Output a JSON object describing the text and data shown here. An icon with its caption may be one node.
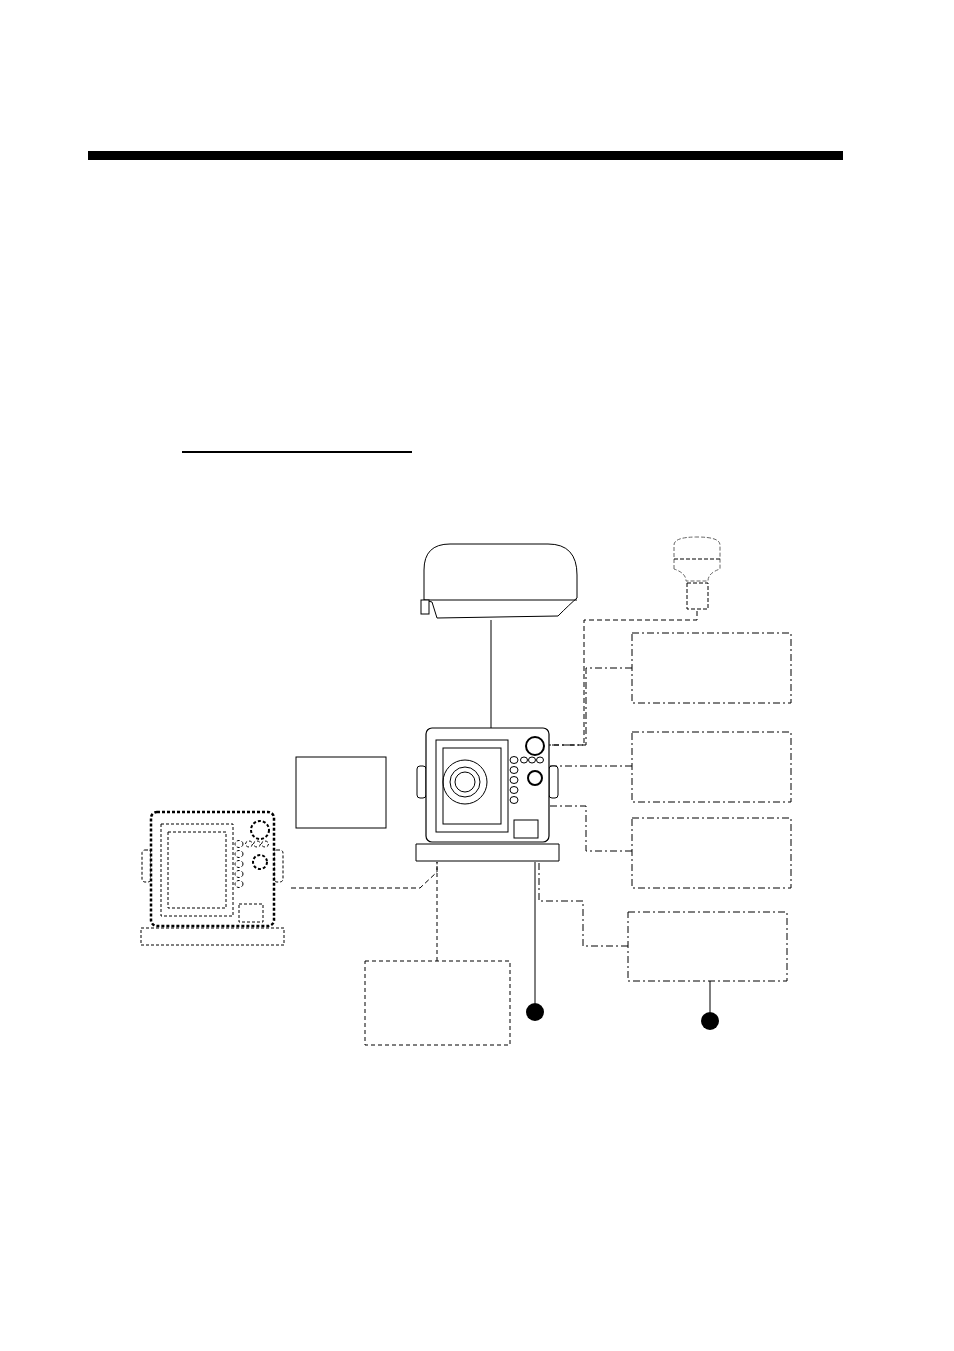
{
  "diagram": {
    "nodes": [
      {
        "text": [],
        "shape": "picture"
      },
      {
        "text": [],
        "shape": "picture"
      },
      {
        "text": [],
        "shape": "picture"
      },
      {
        "text": [],
        "shape": "box"
      },
      {
        "text": [],
        "shape": "picture"
      },
      {
        "text": [],
        "shape": "box"
      },
      {
        "text": [],
        "shape": "box"
      },
      {
        "text": [],
        "shape": "box"
      },
      {
        "text": [],
        "shape": "box"
      },
      {
        "text": [],
        "shape": "box"
      },
      {
        "text": [],
        "shape": "circle"
      },
      {
        "text": [],
        "shape": "circle"
      }
    ],
    "edges": [
      {
        "from": 0,
        "to": 2,
        "arrow": "none"
      },
      {
        "from": 1,
        "to": 2,
        "arrow": "none",
        "style": "dashed"
      },
      {
        "from": 6,
        "to": 2,
        "arrow": "none",
        "style": "dashed"
      },
      {
        "from": 7,
        "to": 2,
        "arrow": "none",
        "style": "dashed"
      },
      {
        "from": 8,
        "to": 2,
        "arrow": "none",
        "style": "dashed"
      },
      {
        "from": 9,
        "to": 2,
        "arrow": "none",
        "style": "dashed"
      },
      {
        "from": 2,
        "to": 10,
        "arrow": "none"
      },
      {
        "from": 9,
        "to": 11,
        "arrow": "none"
      },
      {
        "from": 4,
        "to": 2,
        "arrow": "none",
        "style": "dashed"
      },
      {
        "from": 5,
        "to": 2,
        "arrow": "none",
        "style": "dashed"
      }
    ]
  }
}
